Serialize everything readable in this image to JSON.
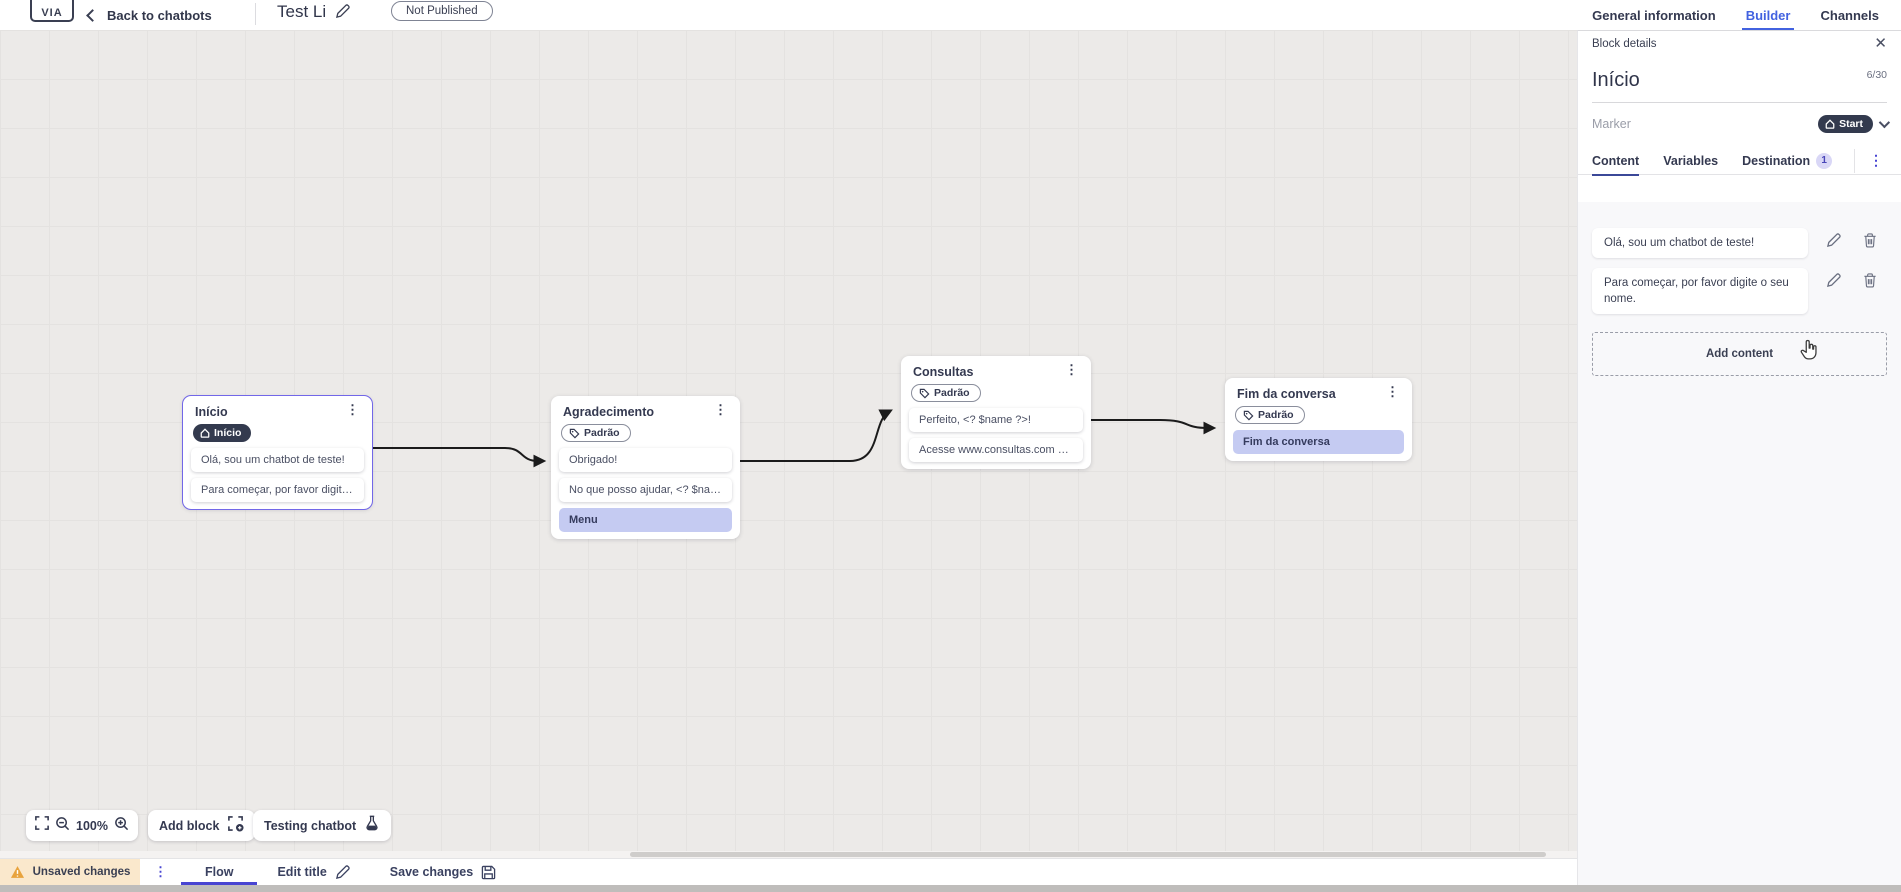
{
  "topbar": {
    "logo_text": "VIA",
    "back_label": "Back to chatbots",
    "title": "Test Li",
    "status_badge": "Not Published",
    "tabs": [
      {
        "label": "General information",
        "active": false
      },
      {
        "label": "Builder",
        "active": true
      },
      {
        "label": "Channels",
        "active": false
      }
    ]
  },
  "panel": {
    "header_label": "Block details",
    "name_value": "Início",
    "name_counter": "6/30",
    "marker_label": "Marker",
    "marker_value": "Start",
    "tabs": [
      {
        "label": "Content",
        "active": true
      },
      {
        "label": "Variables",
        "active": false
      },
      {
        "label": "Destination",
        "active": false,
        "badge": "1"
      }
    ],
    "contents": [
      {
        "text": "Olá, sou um chatbot de teste!"
      },
      {
        "text": "Para começar, por favor digite o seu nome."
      }
    ],
    "add_content_label": "Add content"
  },
  "canvas": {
    "zoom_level": "100%",
    "add_block_label": "Add block",
    "testing_label": "Testing chatbot",
    "nodes": [
      {
        "title": "Início",
        "badge": "Início",
        "badge_type": "start",
        "selected": true,
        "items": [
          {
            "text": "Olá, sou um chatbot de teste!"
          },
          {
            "text": "Para começar, por favor digite o ..."
          }
        ]
      },
      {
        "title": "Agradecimento",
        "badge": "Padrão",
        "badge_type": "tag",
        "items": [
          {
            "text": "Obrigado!"
          },
          {
            "text": "No que posso ajudar, <? $name ..."
          },
          {
            "text": "Menu",
            "highlight": true
          }
        ]
      },
      {
        "title": "Consultas",
        "badge": "Padrão",
        "badge_type": "tag",
        "items": [
          {
            "text": "Perfeito, <? $name ?>!"
          },
          {
            "text": "Acesse www.consultas.com par..."
          }
        ]
      },
      {
        "title": "Fim da conversa",
        "badge": "Padrão",
        "badge_type": "tag",
        "items": [
          {
            "text": "Fim da conversa",
            "highlight": true
          }
        ]
      }
    ]
  },
  "bottombar": {
    "unsaved_label": "Unsaved changes",
    "flow_tab_label": "Flow",
    "edit_title_label": "Edit title",
    "save_label": "Save changes"
  },
  "colors": {
    "accent_blue": "#4262E0",
    "accent_indigo": "#4845D2",
    "dark_badge": "#333A4E",
    "selected_node_border": "#7267E8",
    "highlight_item": "#C5CBF2",
    "unsaved_bg": "#FAE8CC",
    "warning": "#E8A33D",
    "canvas_bg": "#ECEAE8"
  }
}
